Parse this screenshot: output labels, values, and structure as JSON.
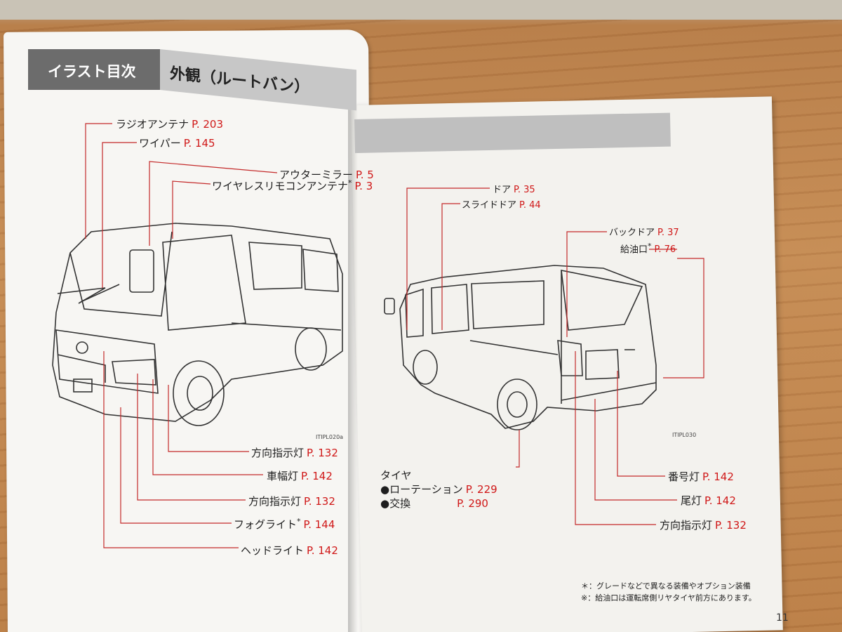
{
  "header": {
    "section": "イラスト目次",
    "title": "外観（ルートバン）"
  },
  "left_labels": [
    {
      "text": "ラジオアンテナ",
      "page": "P. 203",
      "ast": ""
    },
    {
      "text": "ワイパー",
      "page": "P. 145",
      "ast": ""
    },
    {
      "text": "アウターミラー",
      "page": "P. 5",
      "ast": ""
    },
    {
      "text": "ワイヤレスリモコンアンテナ",
      "page": "P. 3",
      "ast": "*"
    },
    {
      "text": "方向指示灯",
      "page": "P. 132",
      "ast": ""
    },
    {
      "text": "車幅灯",
      "page": "P. 142",
      "ast": ""
    },
    {
      "text": "方向指示灯",
      "page": "P. 132",
      "ast": ""
    },
    {
      "text": "フォグライト",
      "page": "P. 144",
      "ast": "*"
    },
    {
      "text": "ヘッドライト",
      "page": "P. 142",
      "ast": ""
    }
  ],
  "right_labels": [
    {
      "text": "ドア",
      "page": "P. 35",
      "ast": ""
    },
    {
      "text": "スライドドア",
      "page": "P. 44",
      "ast": ""
    },
    {
      "text": "バックドア",
      "page": "P. 37",
      "ast": ""
    },
    {
      "text": "給油口",
      "page": "P. 76",
      "ast": "*"
    },
    {
      "text": "番号灯",
      "page": "P. 142",
      "ast": ""
    },
    {
      "text": "尾灯",
      "page": "P. 142",
      "ast": ""
    },
    {
      "text": "方向指示灯",
      "page": "P. 132",
      "ast": ""
    }
  ],
  "tire": {
    "title": "タイヤ",
    "items": [
      {
        "text": "●ローテーション",
        "page": "P. 229"
      },
      {
        "text": "●交換",
        "page": "P. 290"
      }
    ]
  },
  "figure_codes": {
    "left": "ITIPL020a",
    "right": "ITIPL030"
  },
  "notes": [
    {
      "mark": "＊",
      "text": "：グレードなどで異なる装備やオプション装備"
    },
    {
      "mark": "※",
      "text": "：給油口は運転席側リヤタイヤ前方にあります。"
    }
  ],
  "page_number": "11",
  "colors": {
    "page_ref": "#d01818",
    "header_dark": "#6c6c6c",
    "header_light": "#c7c7c7",
    "leader": "#c42a2a"
  }
}
